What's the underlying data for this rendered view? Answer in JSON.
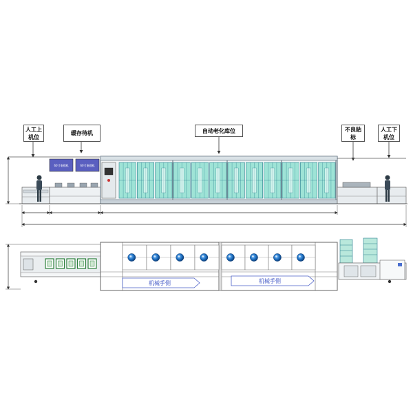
{
  "labels": {
    "manual_load": "人工上机位",
    "buffer": "缓存待机",
    "aging": "自动老化库位",
    "defect": "不良贴标",
    "manual_unload": "人工下机位"
  },
  "panels": {
    "screen_left": "60寸电视机",
    "screen_right": "60寸电视机"
  },
  "robot_label": "机械手侧",
  "colors": {
    "rack_fill": "#9ee3d6",
    "rack_stroke": "#2a7f8f",
    "frame": "#5a6a78",
    "panel_blue": "#5a5fc0",
    "robot_text": "#4a5fc8",
    "dim_line": "#333333",
    "node_blue": "#2b7fd0"
  }
}
